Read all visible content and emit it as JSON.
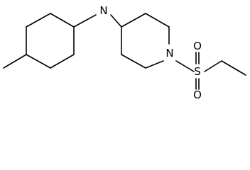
{
  "molecule": {
    "atoms": {
      "nh": "N",
      "ring_n": "N",
      "sulfur": "S",
      "oxygen_upper": "O",
      "oxygen_lower": "O"
    }
  }
}
